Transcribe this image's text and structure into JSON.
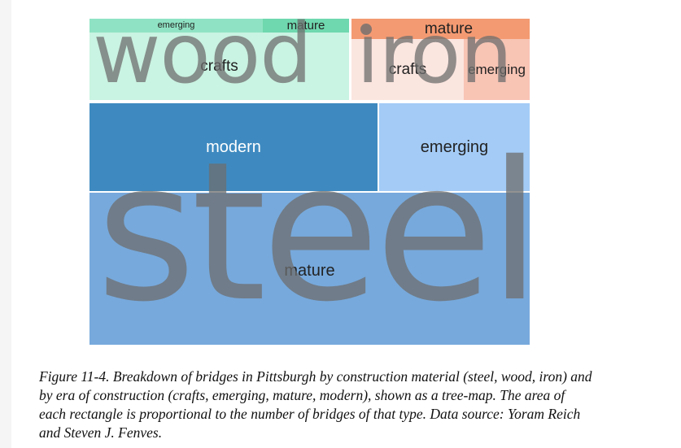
{
  "chart_data": {
    "type": "treemap",
    "groups": [
      {
        "name": "wood",
        "color": "#8fe3c4",
        "cells": [
          {
            "label": "emerging",
            "color": "#8fe3c4"
          },
          {
            "label": "mature",
            "color": "#6fd8ae"
          },
          {
            "label": "crafts",
            "color": "#c9f3e2"
          }
        ]
      },
      {
        "name": "iron",
        "color": "#f49a72",
        "cells": [
          {
            "label": "mature",
            "color": "#f49a72"
          },
          {
            "label": "crafts",
            "color": "#fbe5df"
          },
          {
            "label": "emerging",
            "color": "#f8c4b4"
          }
        ]
      },
      {
        "name": "steel",
        "color": "#77a9dc",
        "cells": [
          {
            "label": "modern",
            "color": "#3e8ac0"
          },
          {
            "label": "emerging",
            "color": "#a3cbf6"
          },
          {
            "label": "mature",
            "color": "#77a9dc"
          }
        ]
      }
    ]
  },
  "caption": "Figure 11-4. Breakdown of bridges in Pittsburgh by construction material (steel, wood, iron) and by era of construction (crafts, emerging, mature, modern), shown as a tree-map. The area of each rectangle is proportional to the number of bridges of that type. Data source: Yoram Reich and Steven J. Fenves."
}
